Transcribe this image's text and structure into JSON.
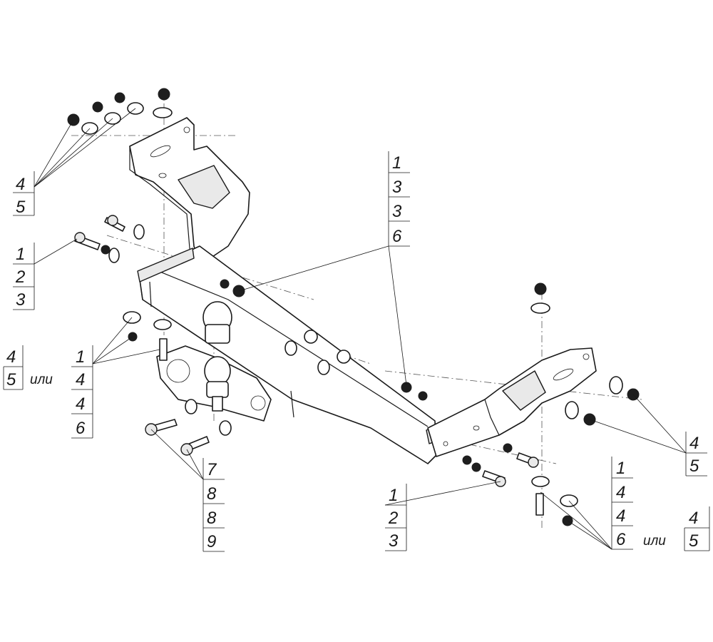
{
  "callouts": {
    "top_left": [
      "4",
      "5"
    ],
    "left_middle": [
      "1",
      "2",
      "3"
    ],
    "left_alt": [
      "4",
      "5"
    ],
    "left_alt_word": "или",
    "left_lower": [
      "1",
      "4",
      "4",
      "6"
    ],
    "center_top": [
      "1",
      "3",
      "3",
      "6"
    ],
    "bottom_left": [
      "7",
      "8",
      "8",
      "9"
    ],
    "bottom_center": [
      "1",
      "2",
      "3"
    ],
    "right_middle": [
      "4",
      "5"
    ],
    "right_lower": [
      "1",
      "4",
      "4",
      "6"
    ],
    "right_alt_word": "или",
    "right_alt": [
      "4",
      "5"
    ]
  }
}
